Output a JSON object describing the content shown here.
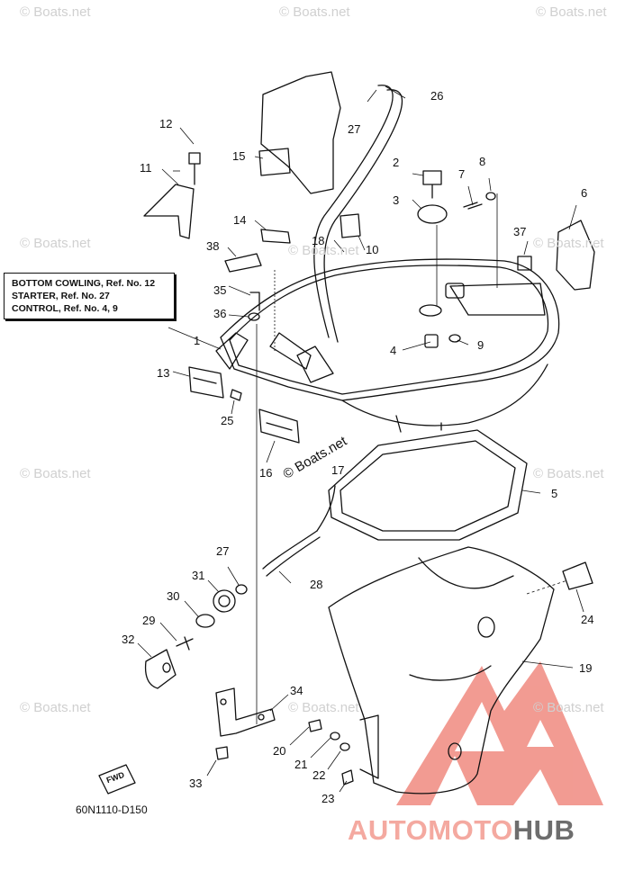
{
  "note": {
    "lines": [
      "BOTTOM COWLING, Ref. No. 12",
      "STARTER,  Ref. No. 27",
      "CONTROL, Ref. No. 4, 9"
    ]
  },
  "callouts": {
    "n1": "1",
    "n2": "2",
    "n3": "3",
    "n4": "4",
    "n5": "5",
    "n6": "6",
    "n7": "7",
    "n8": "8",
    "n9": "9",
    "n10": "10",
    "n11": "11",
    "n12": "12",
    "n13": "13",
    "n14": "14",
    "n15": "15",
    "n16": "16",
    "n17": "17",
    "n18": "18",
    "n19": "19",
    "n20": "20",
    "n21": "21",
    "n22": "22",
    "n23": "23",
    "n24": "24",
    "n25": "25",
    "n26": "26",
    "n27a": "27",
    "n27b": "27",
    "n28": "28",
    "n29": "29",
    "n30": "30",
    "n31": "31",
    "n32": "32",
    "n33": "33",
    "n34": "34",
    "n35": "35",
    "n36": "36",
    "n37": "37",
    "n38": "38"
  },
  "fwd_label": "FWD",
  "diagram_code": "60N1110-D150",
  "watermark": "© Boats.net",
  "center_watermark": "© Boats.net",
  "brand": {
    "part1": "AUTOMOTO",
    "part2": "HUB"
  },
  "colors": {
    "line": "#111111",
    "watermark": "#d0d0d0",
    "logo_red": "#f08a80",
    "logo_text_light": "#f4a9a0",
    "logo_text_dark": "#6d6d6d"
  }
}
